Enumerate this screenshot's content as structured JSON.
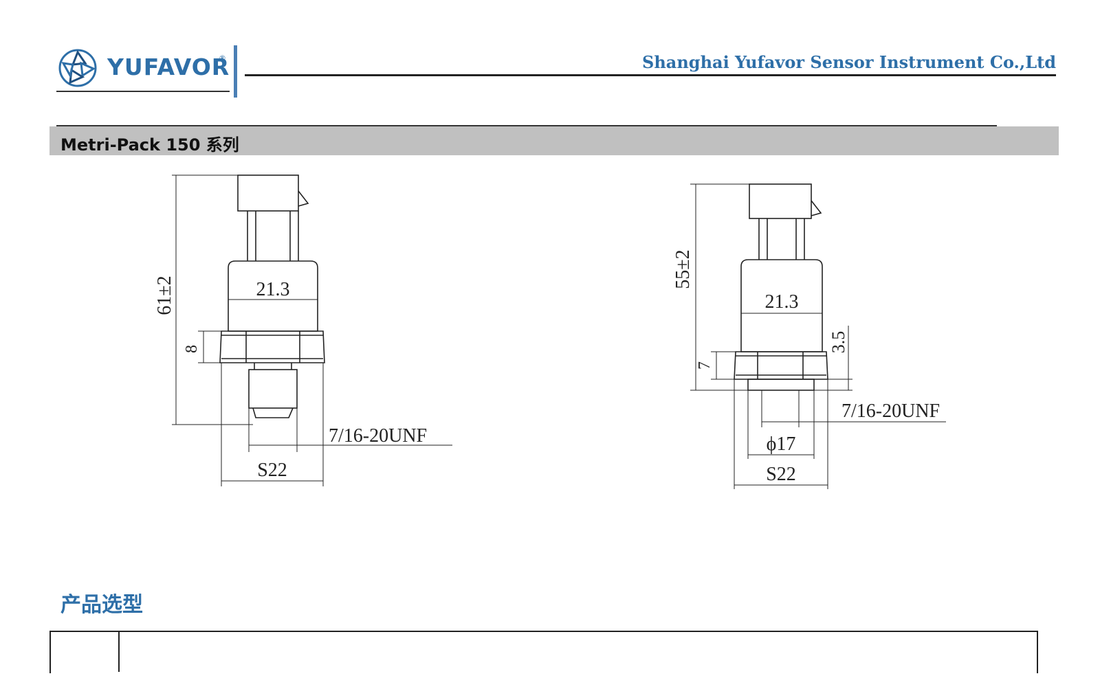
{
  "header": {
    "brand": "YUFAVOR",
    "registered_mark": "®",
    "company_name": "Shanghai Yufavor Sensor Instrument Co.,Ltd"
  },
  "section": {
    "title": "Metri-Pack 150 系列"
  },
  "drawing_left": {
    "height_dim": "61±2",
    "width_dim": "21.3",
    "hex_height_dim": "8",
    "thread": "7/16-20UNF",
    "hex_size": "S22"
  },
  "drawing_right": {
    "height_dim": "55±2",
    "width_dim": "21.3",
    "hex_height_dim": "7",
    "shoulder_dim": "3.5",
    "thread": "7/16-20UNF",
    "diameter": "ϕ17",
    "hex_size": "S22"
  },
  "selection": {
    "title": "产品选型"
  },
  "colors": {
    "brand_blue": "#2e6fa8",
    "section_gray": "#c0c0c0"
  }
}
